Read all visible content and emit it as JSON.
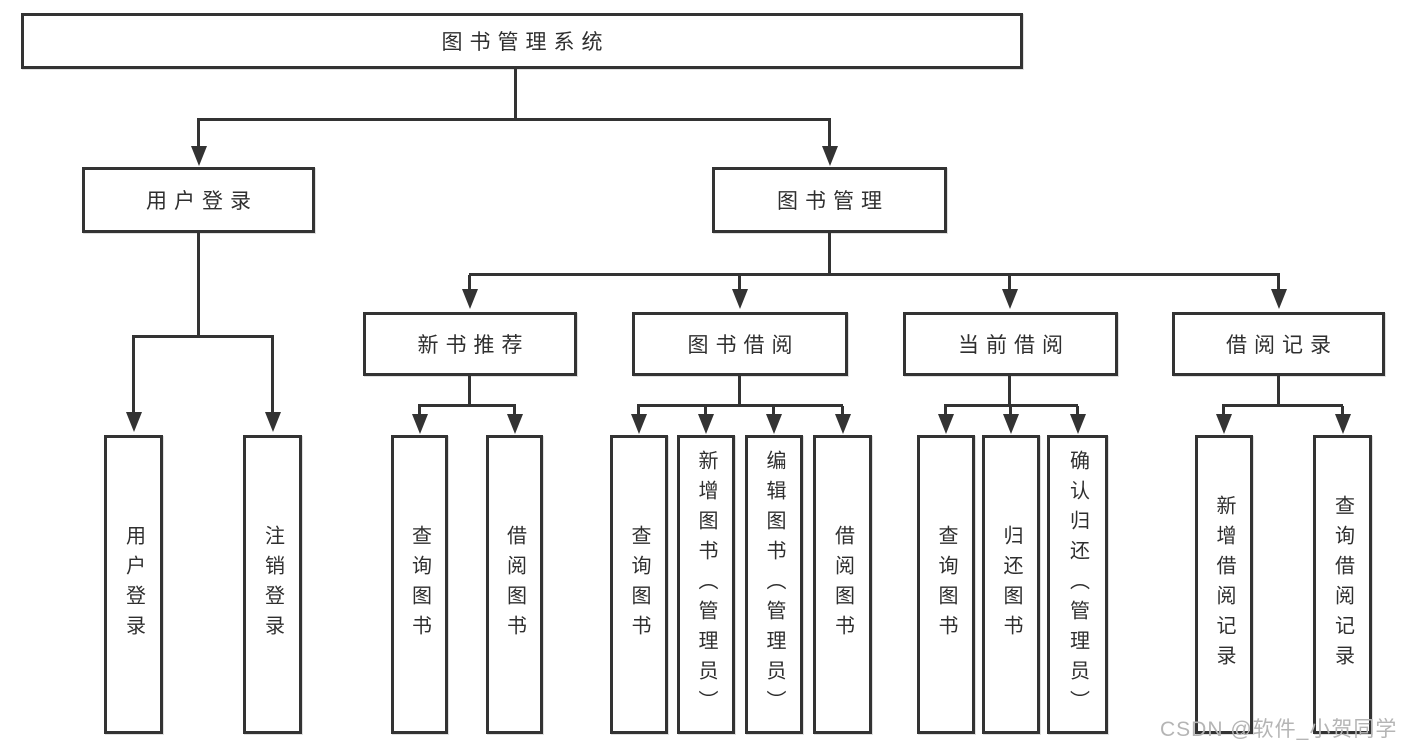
{
  "diagram": {
    "root": {
      "label": "图书管理系统"
    },
    "level2": [
      {
        "id": "user-login",
        "label": "用户登录"
      },
      {
        "id": "book-management",
        "label": "图书管理"
      }
    ],
    "level3": [
      {
        "id": "new-book-recommend",
        "label": "新书推荐"
      },
      {
        "id": "book-borrowing",
        "label": "图书借阅"
      },
      {
        "id": "current-borrowing",
        "label": "当前借阅"
      },
      {
        "id": "borrowing-records",
        "label": "借阅记录"
      }
    ],
    "leaves": {
      "user_login": [
        "用户登录",
        "注销登录"
      ],
      "new_book_recommend": [
        "查询图书",
        "借阅图书"
      ],
      "book_borrowing": [
        "查询图书",
        "新增图书（管理员）",
        "编辑图书（管理员）",
        "借阅图书"
      ],
      "current_borrowing": [
        "查询图书",
        "归还图书",
        "确认归还（管理员）"
      ],
      "borrowing_records": [
        "新增借阅记录",
        "查询借阅记录"
      ]
    }
  },
  "watermark": {
    "text": "CSDN @软件_小贺同学"
  },
  "colors": {
    "line": "#333333",
    "text": "#2f2f2f",
    "box-bg": "#ffffff",
    "watermark": "#b5b5b5",
    "background": "#ffffff"
  }
}
